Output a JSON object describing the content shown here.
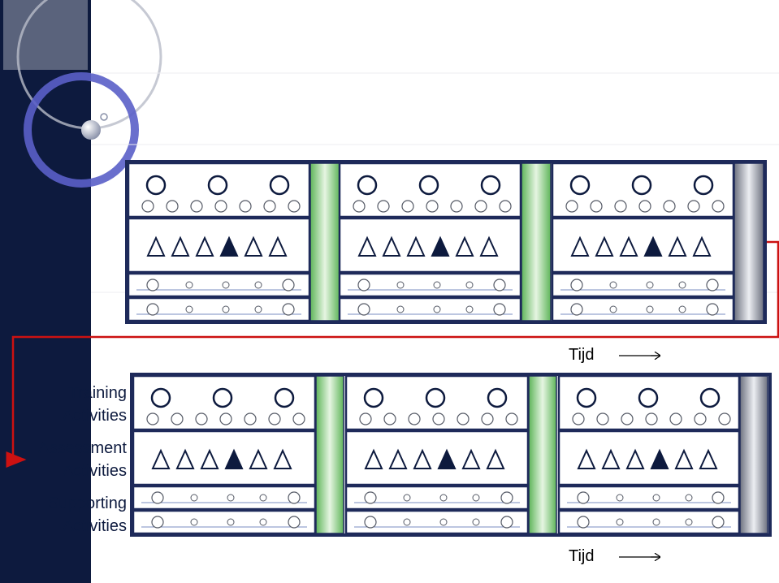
{
  "labels": {
    "training": [
      "Training",
      "Activities"
    ],
    "assessment": [
      "Assessment",
      "Activities"
    ],
    "supporting": [
      "Supporting",
      "Activities"
    ]
  },
  "time_label": "Tijd",
  "rows": [
    {
      "id": "top",
      "phases": 3,
      "separator_colors": [
        "green",
        "green",
        "gray"
      ]
    },
    {
      "id": "bottom",
      "phases": 3,
      "separator_colors": [
        "green",
        "green",
        "gray"
      ]
    }
  ],
  "phase_content": {
    "large_circles": 3,
    "small_circles": 7,
    "triangles": 6,
    "filled_triangle_index": 3
  },
  "colors": {
    "navy": "#0d1a3e",
    "frame": "#1e2a5a",
    "arrow": "#cc1111",
    "separator_green": "#a8d8a0",
    "separator_gray": "#a0a4ae"
  }
}
